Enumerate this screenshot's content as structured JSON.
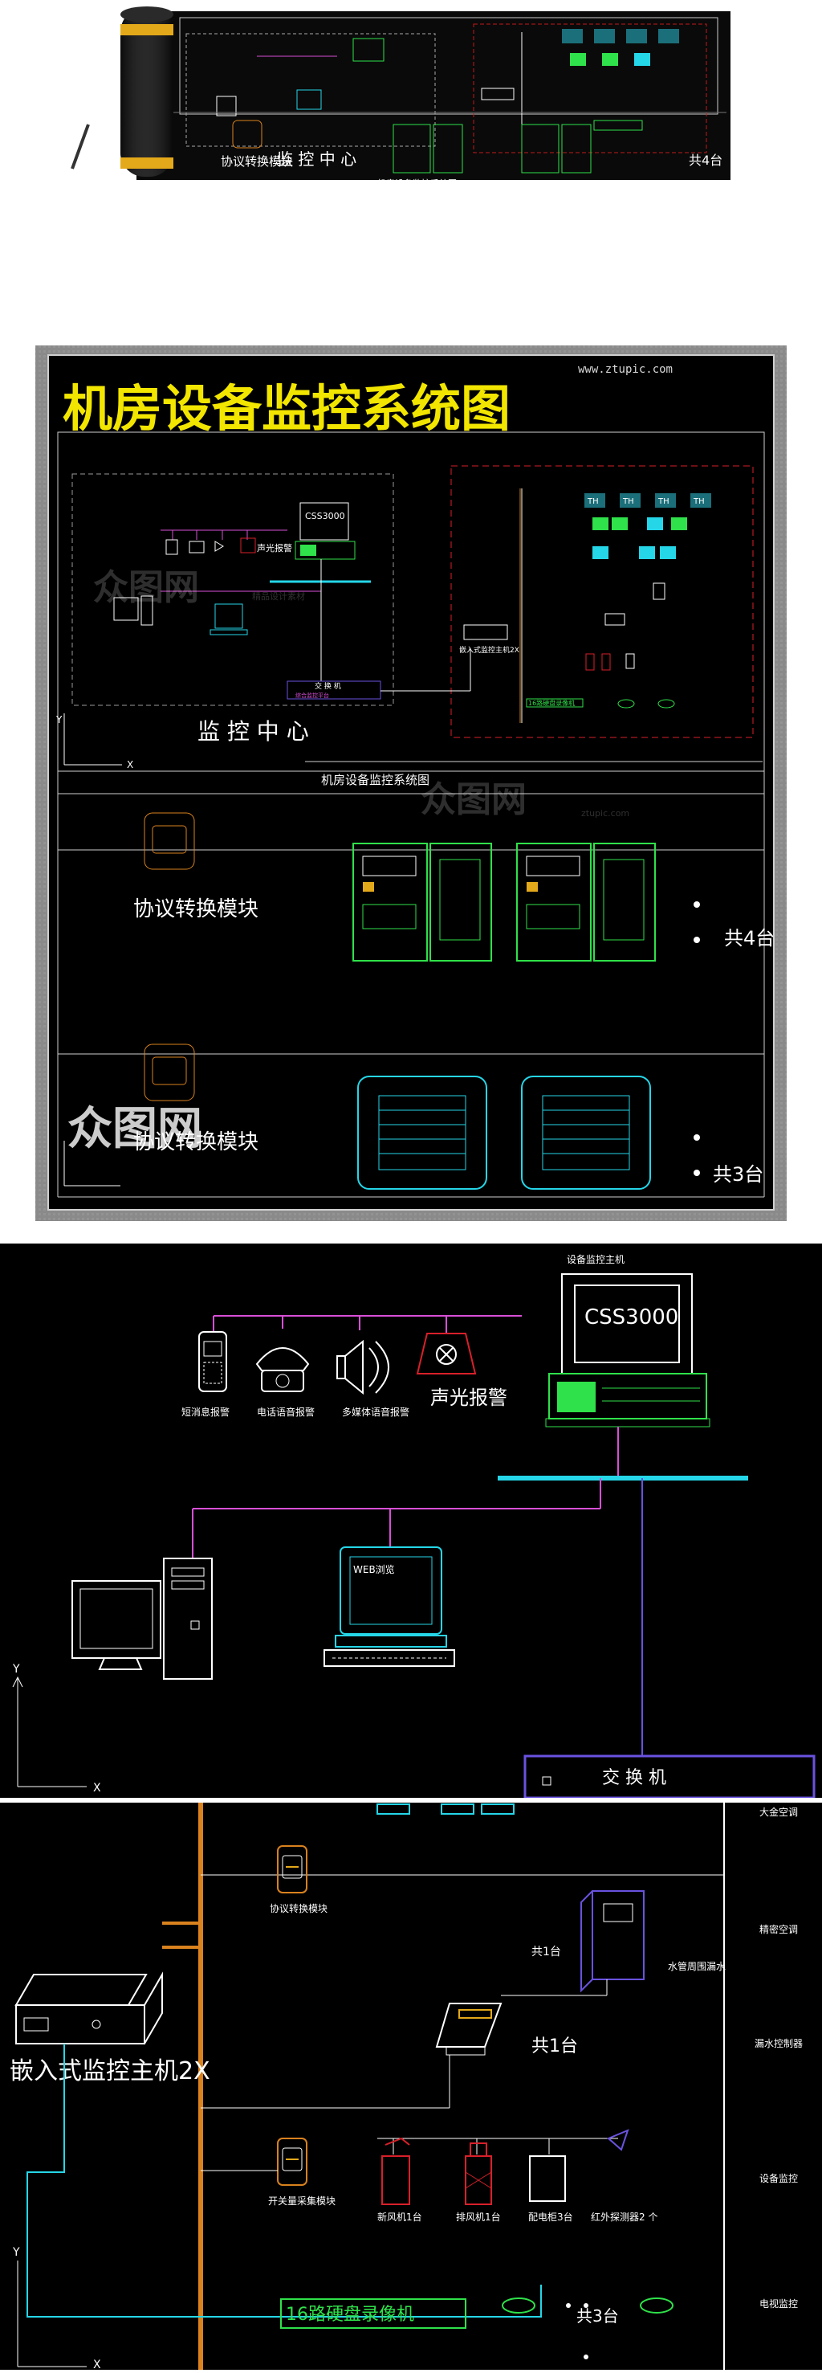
{
  "top_mock": {
    "center_label": "监 控 中 心",
    "sub_title": "机房设备监控系统图",
    "module_label": "协议转换模块",
    "count_partial": "共4台"
  },
  "poster": {
    "watermark_url": "www.ztupic.com",
    "title": "机房设备监控系统图",
    "css_box": "CSS3000",
    "sound_alarm": "声光报警",
    "embedded_host": "嵌入式监控主机2X",
    "switch_label": "交 换 机",
    "switch_sub": "综合监控平台",
    "recorder": "16路硬盘录像机",
    "center_label": "监 控 中 心",
    "sub_title": "机房设备监控系统图",
    "module_label_1": "协议转换模块",
    "module_label_2": "协议转换模块",
    "count_1": "共4台",
    "count_2": "共3台",
    "axis_x": "X",
    "axis_y": "Y",
    "watermark_logo": "众图网",
    "watermark_side": "精品设计素材",
    "watermark_side2": "ztupic.com",
    "th_labels": [
      "TH",
      "TH",
      "TH",
      "TH"
    ]
  },
  "detail_1": {
    "host_label": "设备监控主机",
    "css_text": "CSS3000",
    "sms_label": "短消息报警",
    "phone_label": "电话语音报警",
    "media_label": "多媒体语音报警",
    "sound_label": "声光报警",
    "web_label": "WEB浏览",
    "switch_label": "交 换 机",
    "axis_x": "X",
    "axis_y": "Y"
  },
  "detail_2": {
    "module_label": "协议转换模块",
    "count_a": "共1台",
    "water_label": "水管周围漏水",
    "embedded_host": "嵌入式监控主机2X",
    "count_b": "共1台",
    "switch_module": "开关量采集模块",
    "fresh_fan": "新风机1台",
    "exhaust_fan": "排风机1台",
    "dist_cabinet": "配电柜3台",
    "ir_detector": "红外探测器2 个",
    "recorder": "16路硬盘录像机",
    "count_c": "共3台",
    "right_labels": [
      "大金空调",
      "精密空调",
      "漏水控制器",
      "设备监控",
      "电视监控"
    ],
    "axis_x": "X",
    "axis_y": "Y"
  },
  "colors": {
    "page_bg": "#ffffff",
    "cad_bg": "#000000",
    "title_yellow": "#f2e600",
    "cyan": "#25d6e8",
    "green": "#2fe14a",
    "magenta": "#d84fd6",
    "red": "#e0202a",
    "orange": "#d9821e",
    "purple": "#6a52e0"
  }
}
